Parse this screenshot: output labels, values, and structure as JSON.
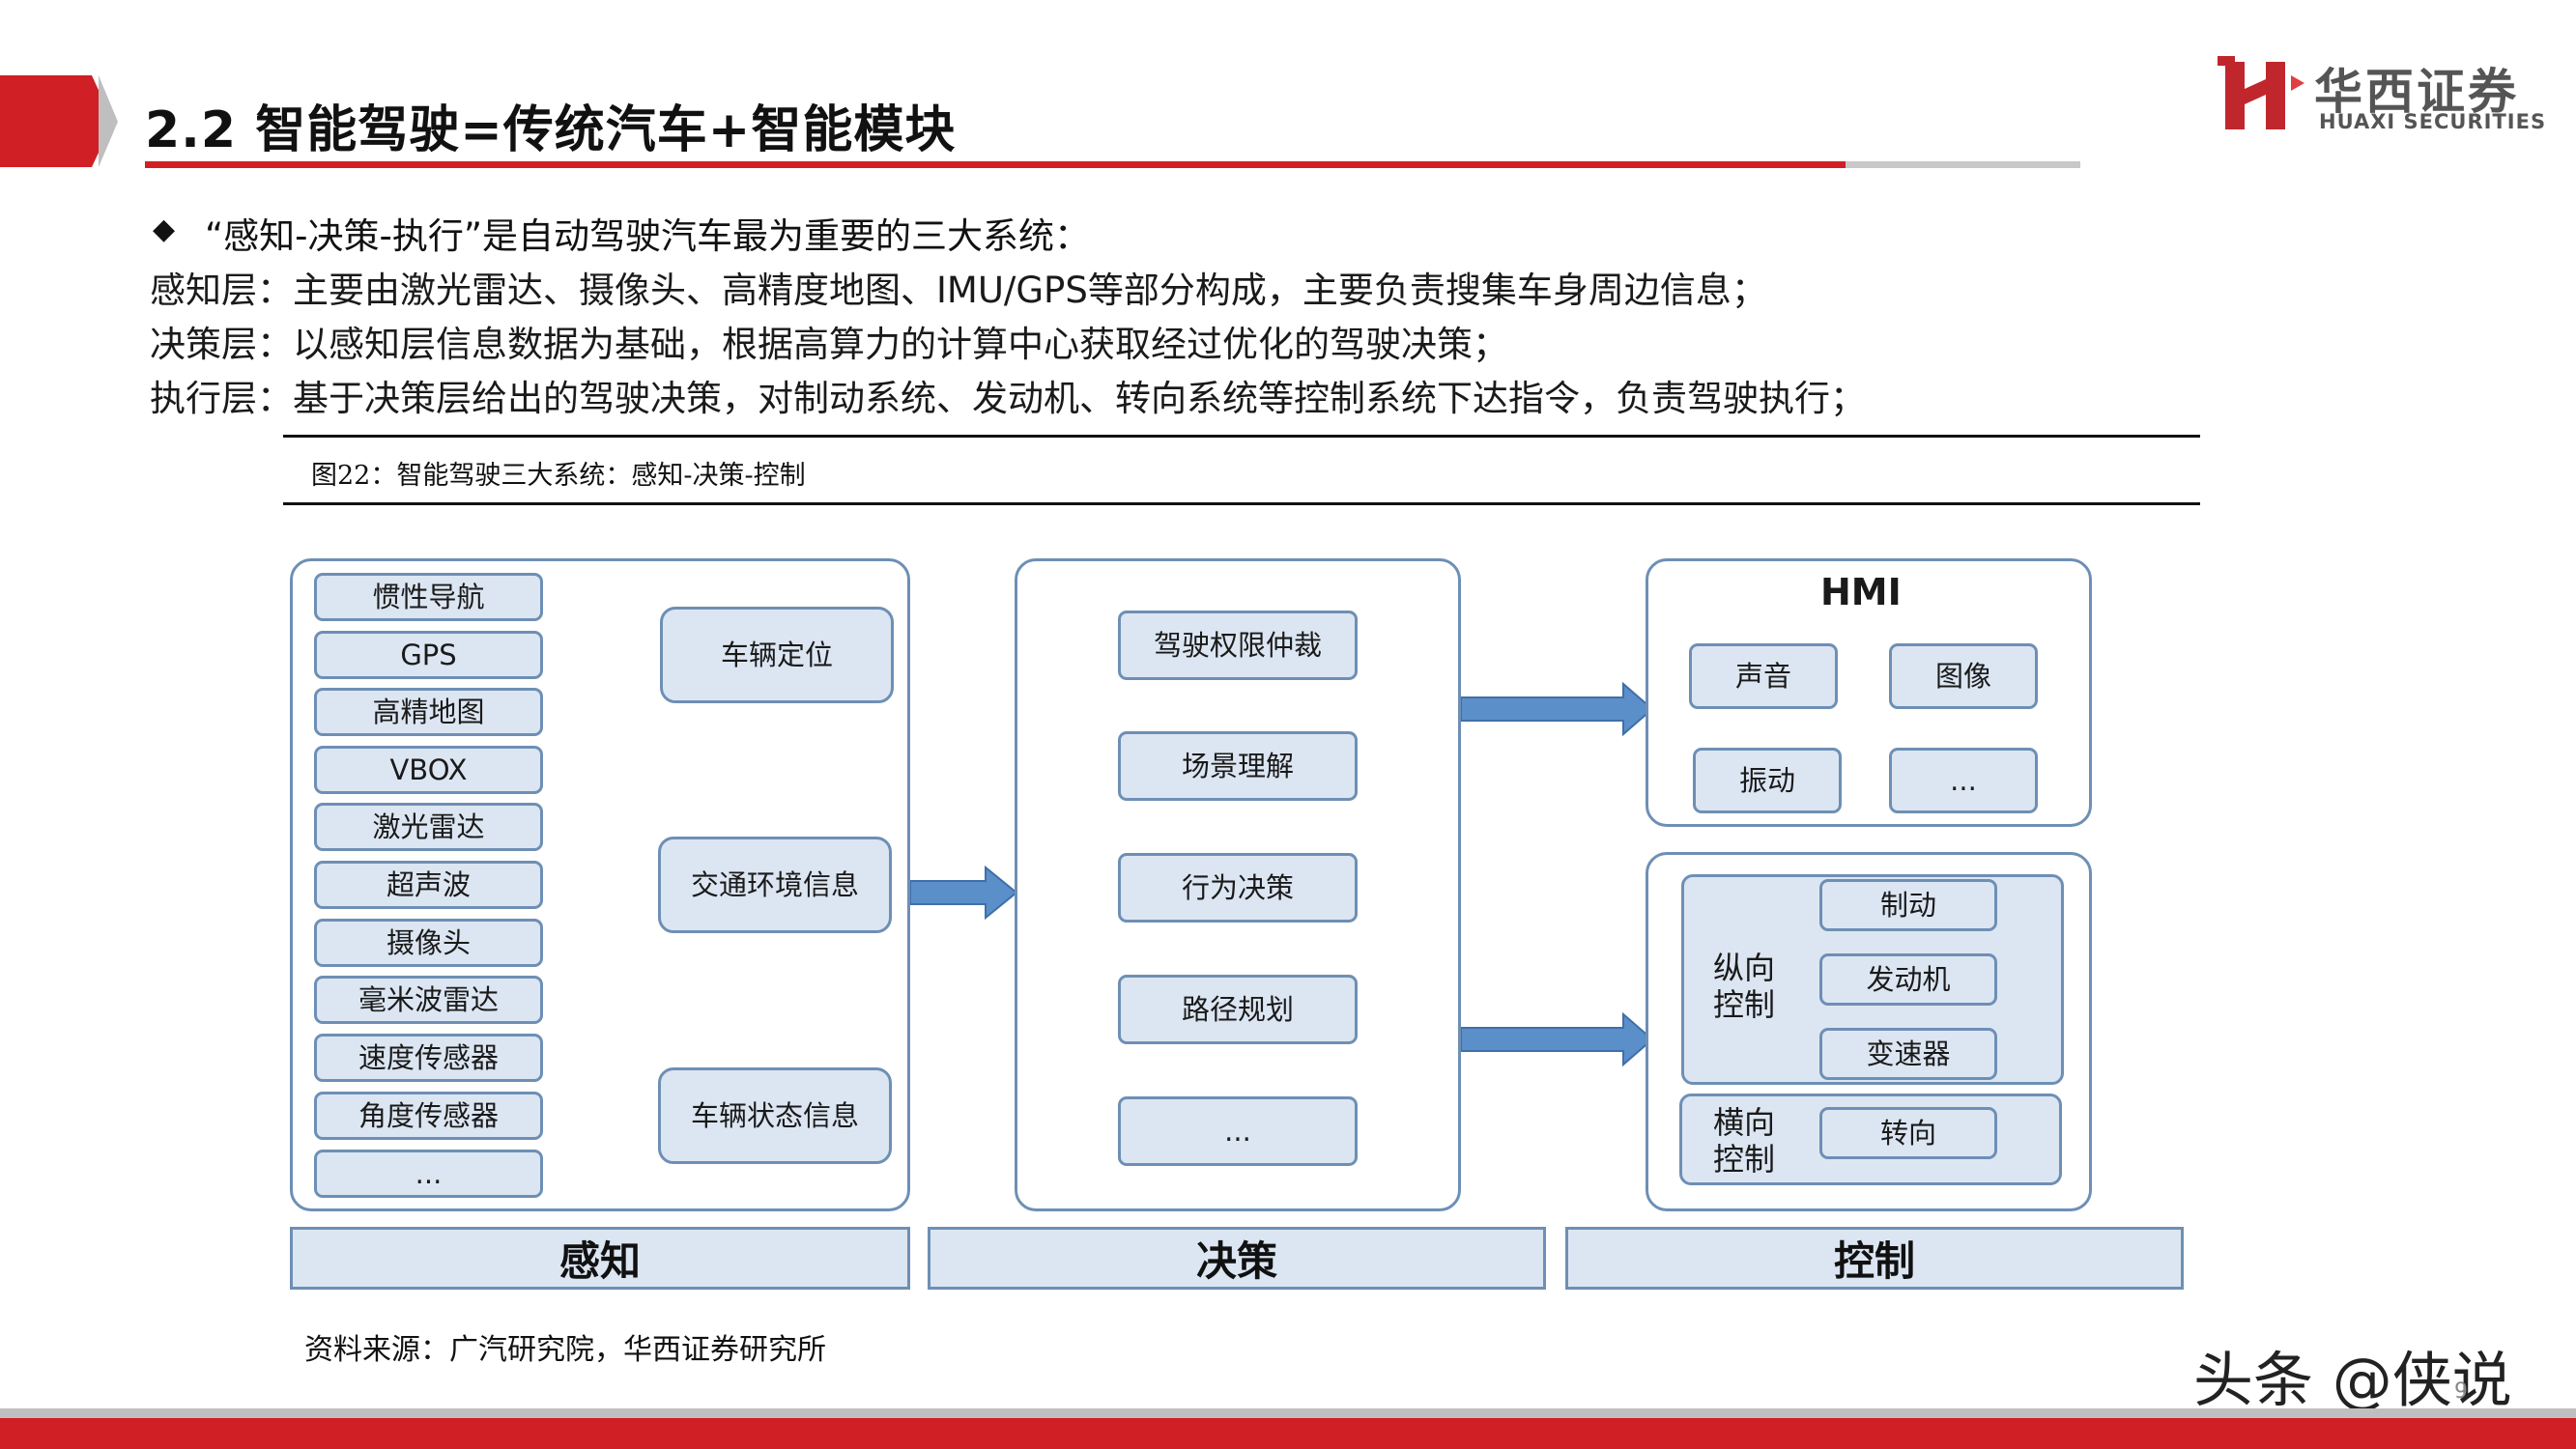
{
  "header": {
    "title": "2.2 智能驾驶=传统汽车+智能模块",
    "logo_cn": "华西证券",
    "logo_en": "HUAXI SECURITIES"
  },
  "bullets": {
    "marker": "◆",
    "intro": "“感知-决策-执行”是自动驾驶汽车最为重要的三大系统：",
    "lines": [
      "感知层：主要由激光雷达、摄像头、高精度地图、IMU/GPS等部分构成，主要负责搜集车身周边信息；",
      "决策层：以感知层信息数据为基础，根据高算力的计算中心获取经过优化的驾驶决策；",
      "执行层：基于决策层给出的驾驶决策，对制动系统、发动机、转向系统等控制系统下达指令，负责驾驶执行；"
    ]
  },
  "figure": {
    "caption": "图22：智能驾驶三大系统：感知-决策-控制",
    "source": "资料来源：广汽研究院，华西证券研究所"
  },
  "diagram": {
    "sensors": [
      "惯性导航",
      "GPS",
      "高精地图",
      "VBOX",
      "激光雷达",
      "超声波",
      "摄像头",
      "毫米波雷达",
      "速度传感器",
      "角度传感器",
      "..."
    ],
    "perception_outputs": [
      "车辆定位",
      "交通环境信息",
      "车辆状态信息"
    ],
    "decision_items": [
      "驾驶权限仲裁",
      "场景理解",
      "行为决策",
      "路径规划",
      "..."
    ],
    "hmi": {
      "title": "HMI",
      "items": [
        "声音",
        "图像",
        "振动",
        "..."
      ]
    },
    "control": {
      "longitudinal_label": "纵向控制",
      "longitudinal_items": [
        "制动",
        "发动机",
        "变速器"
      ],
      "lateral_label": "横向控制",
      "lateral_items": [
        "转向"
      ]
    },
    "stage_labels": [
      "感知",
      "决策",
      "控制"
    ]
  },
  "watermark": "头条 @侠说",
  "page_number": "9",
  "colors": {
    "brand_red": "#d11f26",
    "node_fill": "#dce6f2",
    "node_border": "#6e8fb5",
    "arrow": "#5b8fc9"
  }
}
